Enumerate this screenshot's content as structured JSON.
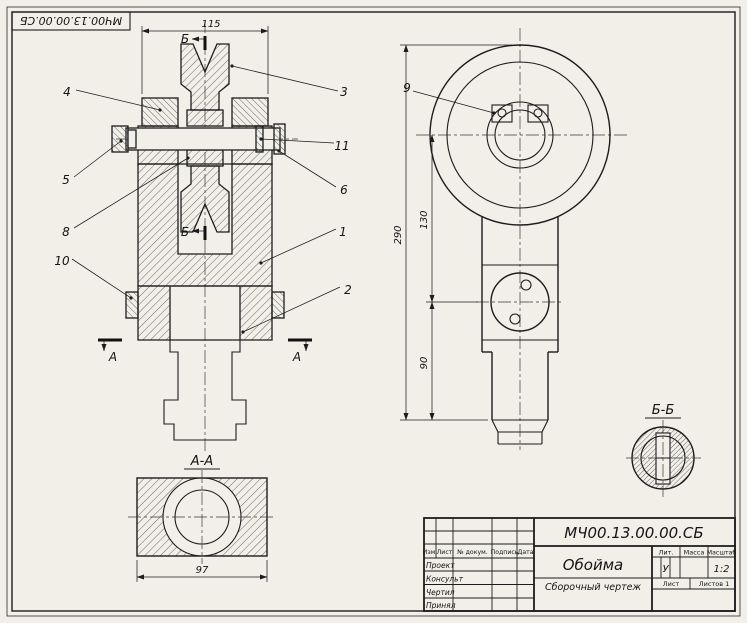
{
  "paper": {
    "background": "#f1efe8",
    "ink": "#1c1c1c"
  },
  "corner_stamp": {
    "code": "МЧ00.13.00.00.СБ"
  },
  "front_view": {
    "dim_width": "115",
    "section_mark_b": "Б",
    "section_mark_a": "А",
    "callouts": {
      "n1": "1",
      "n2": "2",
      "n3": "3",
      "n4": "4",
      "n5": "5",
      "n6": "6",
      "n8": "8",
      "n10": "10",
      "n11": "11"
    }
  },
  "side_view": {
    "dim_total_height": "290",
    "dim_center_upper": "130",
    "dim_center_lower": "90",
    "callout_n9": "9"
  },
  "section_aa": {
    "label": "А-А",
    "dim_width": "97"
  },
  "section_bb": {
    "label": "Б-Б"
  },
  "title_block": {
    "doc_code": "МЧ00.13.00.00.СБ",
    "part_name": "Обойма",
    "doc_type": "Сборочный чертеж",
    "columns": {
      "izm": "Изм.",
      "list": "Лист",
      "ndoc": "№ докум.",
      "podpis": "Подпись",
      "data": "Дата"
    },
    "rows": {
      "r1": "Проект",
      "r2": "Консульт",
      "r3": "Чертил",
      "r4": "Принял"
    },
    "right": {
      "lit_header": "Лит.",
      "mass_header": "Масса",
      "scale_header": "Масштаб",
      "lit_value": "У",
      "scale_value": "1:2",
      "sheet_label": "Лист",
      "sheets_label": "Листов 1"
    }
  }
}
